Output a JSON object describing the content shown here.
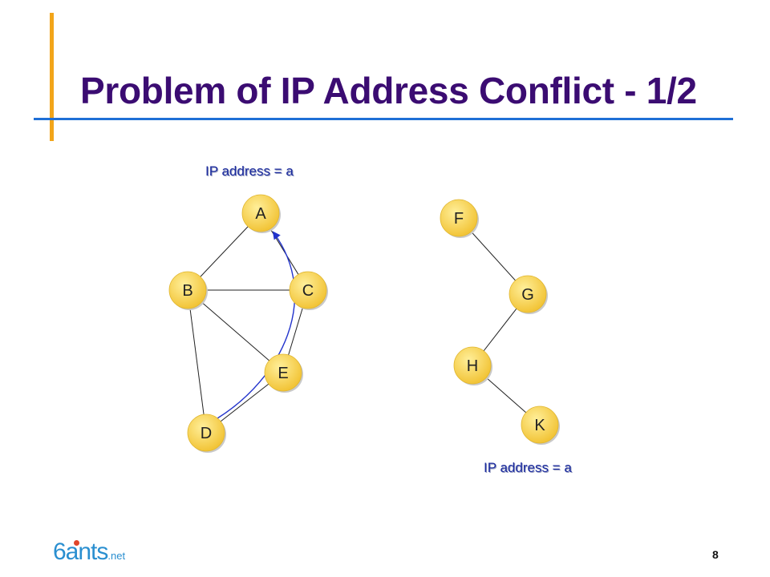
{
  "slide": {
    "title": "Problem of IP Address Conflict - 1/2",
    "page_number": "8"
  },
  "labels": {
    "ip_left": "IP address = a",
    "ip_right": "IP address = a"
  },
  "logo": {
    "main": "6ants",
    "suffix": ".net"
  },
  "colors": {
    "title": "#3b0c72",
    "node_fill": "#f6d24a",
    "edge": "#222222",
    "path_arrow": "#2233cc",
    "accent_orange": "#f2a51a",
    "accent_blue": "#1f6fd6"
  },
  "graph": {
    "nodes": [
      {
        "id": "A",
        "label": "A"
      },
      {
        "id": "B",
        "label": "B"
      },
      {
        "id": "C",
        "label": "C"
      },
      {
        "id": "E",
        "label": "E"
      },
      {
        "id": "D",
        "label": "D"
      },
      {
        "id": "F",
        "label": "F"
      },
      {
        "id": "G",
        "label": "G"
      },
      {
        "id": "H",
        "label": "H"
      },
      {
        "id": "K",
        "label": "K"
      }
    ],
    "edges": [
      [
        "A",
        "B"
      ],
      [
        "A",
        "C"
      ],
      [
        "B",
        "C"
      ],
      [
        "B",
        "E"
      ],
      [
        "B",
        "D"
      ],
      [
        "C",
        "E"
      ],
      [
        "E",
        "D"
      ],
      [
        "F",
        "G"
      ],
      [
        "G",
        "H"
      ],
      [
        "H",
        "K"
      ]
    ],
    "path_arrow": {
      "from": "D",
      "to": "A"
    }
  }
}
